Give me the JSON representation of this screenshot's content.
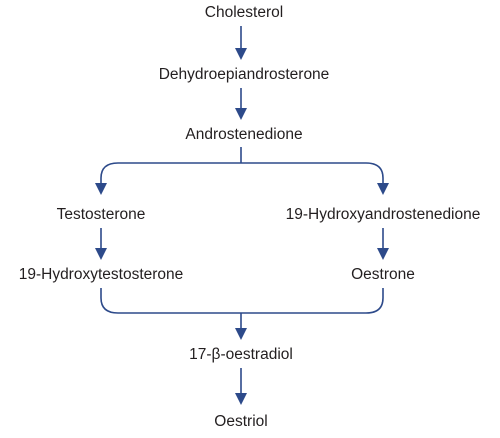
{
  "diagram": {
    "nodes": {
      "cholesterol": "Cholesterol",
      "dhea": "Dehydroepiandrosterone",
      "androstenedione": "Androstenedione",
      "testosterone": "Testosterone",
      "hydroxyandrostenedione": "19-Hydroxyandrostenedione",
      "hydroxytestosterone": "19-Hydroxytestosterone",
      "oestrone": "Oestrone",
      "oestradiol": "17-β-oestradiol",
      "oestriol": "Oestriol"
    },
    "edges": [
      {
        "from": "Cholesterol",
        "to": "Dehydroepiandrosterone"
      },
      {
        "from": "Dehydroepiandrosterone",
        "to": "Androstenedione"
      },
      {
        "from": "Androstenedione",
        "to": "Testosterone"
      },
      {
        "from": "Androstenedione",
        "to": "19-Hydroxyandrostenedione"
      },
      {
        "from": "Testosterone",
        "to": "19-Hydroxytestosterone"
      },
      {
        "from": "19-Hydroxyandrostenedione",
        "to": "Oestrone"
      },
      {
        "from": "19-Hydroxytestosterone",
        "to": "17-β-oestradiol"
      },
      {
        "from": "Oestrone",
        "to": "17-β-oestradiol"
      },
      {
        "from": "17-β-oestradiol",
        "to": "Oestriol"
      }
    ],
    "arrow_color": "#2d4a8a",
    "text_color": "#231f20"
  }
}
